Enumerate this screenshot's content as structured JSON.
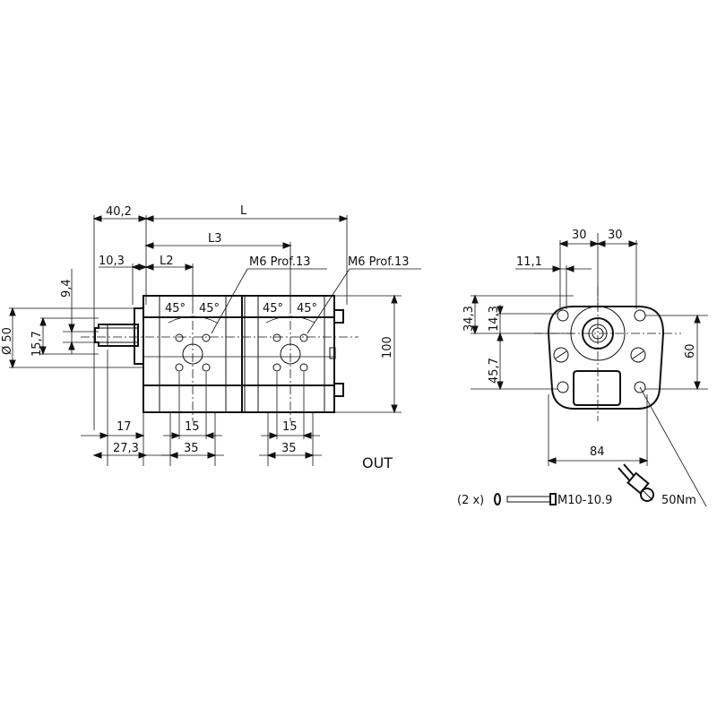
{
  "side_view": {
    "dim_40_2": "40,2",
    "dim_L": "L",
    "dim_L3": "L3",
    "dim_10_3": "10,3",
    "dim_L2": "L2",
    "thread_1": "M6  Prof.13",
    "thread_2": "M6  Prof.13",
    "dim_9_4": "9,4",
    "dim_dia50": "Ø 50",
    "dim_15_7": "15,7",
    "dim_100": "100",
    "angle_45": "45°",
    "dim_17": "17",
    "dim_27_3": "27,3",
    "dim_15": "15",
    "dim_35": "35",
    "port_label": "OUT"
  },
  "front_view": {
    "dim_30": "30",
    "dim_11_1": "11,1",
    "dim_34_3": "34,3",
    "dim_14_3": "14,3",
    "dim_45_7": "45,7",
    "dim_60": "60",
    "dim_84": "84"
  },
  "fasteners": {
    "quantity": "(2 x)",
    "bolt_spec": "M10-10.9",
    "torque": "50Nm"
  }
}
